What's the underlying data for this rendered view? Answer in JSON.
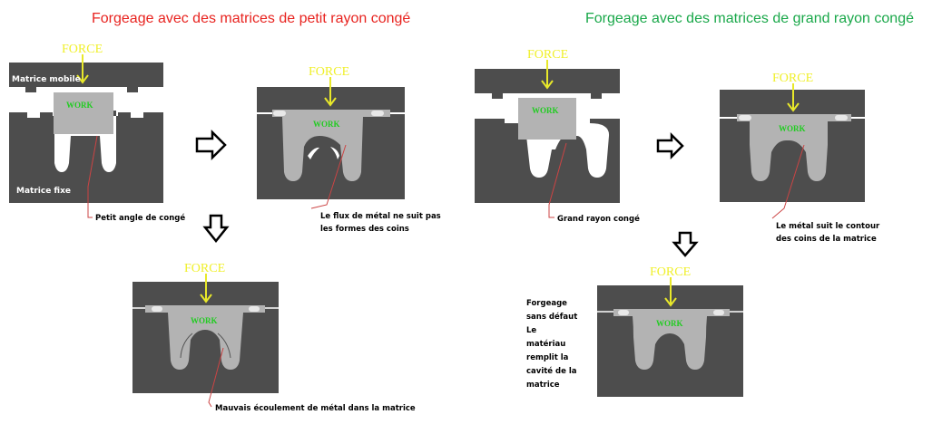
{
  "colors": {
    "die": "#4d4d4d",
    "workpiece": "#b3b3b3",
    "force": "#f0f02a",
    "work_text": "#22cc22",
    "leader": "#cc4444",
    "title_left": "#e8231f",
    "title_right": "#1aa84a"
  },
  "titles": {
    "left": "Forgeage avec des matrices de petit rayon congé",
    "right": "Forgeage avec des matrices de grand rayon congé"
  },
  "force_label": "FORCE",
  "work_label": "WORK",
  "die_labels": {
    "mobile": "Matrice mobile",
    "fixe": "Matrice fixe"
  },
  "notes": {
    "petit_angle": "Petit angle de congé",
    "flux_l1": "Le flux de métal ne suit pas",
    "flux_l2": "les formes des coins",
    "mauvais": "Mauvais écoulement de métal dans la matrice",
    "grand_rayon": "Grand rayon congé",
    "suit_l1": "Le métal suit le contour",
    "suit_l2": "des coins de la matrice",
    "defaut": [
      "Forgeage",
      "sans défaut",
      "Le",
      "matériau",
      "remplit la",
      "cavité de la",
      "matrice"
    ]
  },
  "arrows": [
    "arrow-right-icon",
    "arrow-down-icon"
  ]
}
